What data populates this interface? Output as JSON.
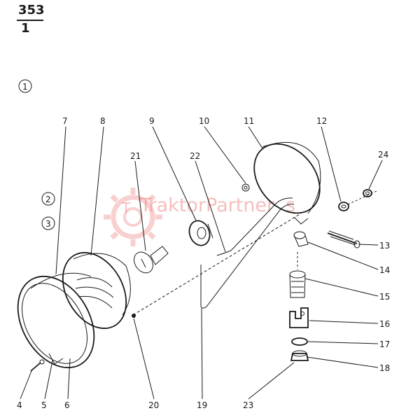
{
  "page_number": {
    "top": "353",
    "bottom": "1"
  },
  "variant_markers": [
    "1",
    "2",
    "3"
  ],
  "watermark": {
    "brand": "TraktorPartner",
    "suffix": "s"
  },
  "callouts": [
    "4",
    "5",
    "6",
    "7",
    "8",
    "9",
    "10",
    "11",
    "12",
    "13",
    "14",
    "15",
    "16",
    "17",
    "18",
    "19",
    "20",
    "21",
    "22",
    "23",
    "24"
  ]
}
